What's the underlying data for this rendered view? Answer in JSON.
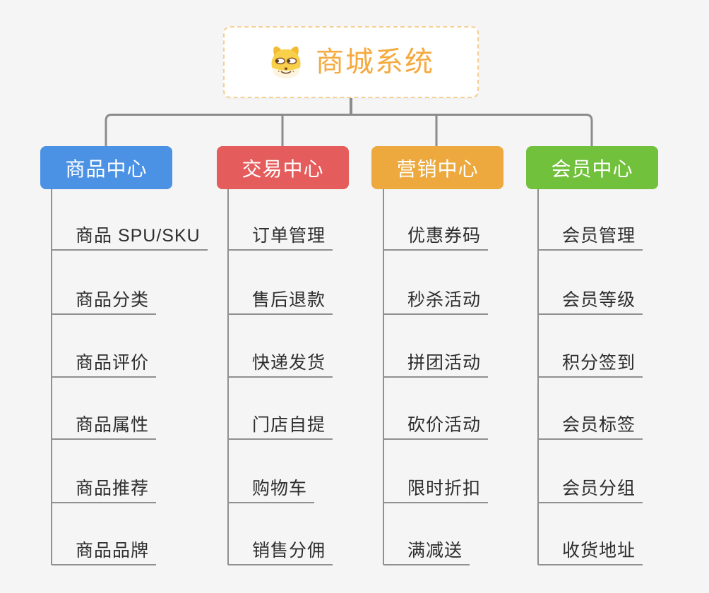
{
  "canvas": {
    "background": "#F5F5F5",
    "connector_color": "#8C8C8C",
    "leaf_underline_color": "#909090"
  },
  "root": {
    "label": "商城系统",
    "color": "#F5A93E",
    "border_color": "#F7CE93",
    "icon": "dog-face-icon"
  },
  "branches": [
    {
      "label": "商品中心",
      "color": "#4B92E5",
      "children": [
        "商品 SPU/SKU",
        "商品分类",
        "商品评价",
        "商品属性",
        "商品推荐",
        "商品品牌"
      ]
    },
    {
      "label": "交易中心",
      "color": "#E55C5C",
      "children": [
        "订单管理",
        "售后退款",
        "快递发货",
        "门店自提",
        "购物车",
        "销售分佣"
      ]
    },
    {
      "label": "营销中心",
      "color": "#EDA93D",
      "children": [
        "优惠券码",
        "秒杀活动",
        "拼团活动",
        "砍价活动",
        "限时折扣",
        "满减送"
      ]
    },
    {
      "label": "会员中心",
      "color": "#71C13D",
      "children": [
        "会员管理",
        "会员等级",
        "积分签到",
        "会员标签",
        "会员分组",
        "收货地址"
      ]
    }
  ]
}
